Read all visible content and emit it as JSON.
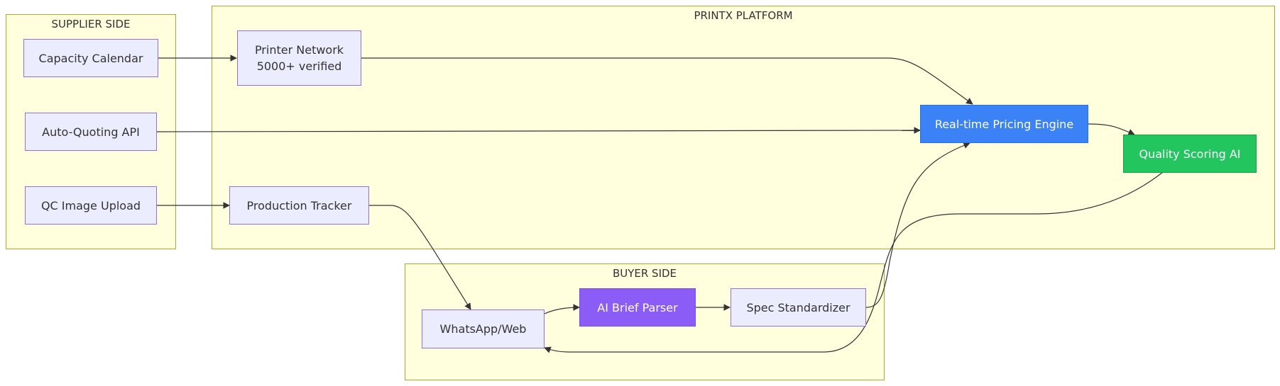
{
  "clusters": {
    "supplier": {
      "title": "SUPPLIER SIDE"
    },
    "platform": {
      "title": "PRINTX PLATFORM"
    },
    "buyer": {
      "title": "BUYER SIDE"
    }
  },
  "nodes": {
    "capacity_calendar": {
      "label": "Capacity Calendar"
    },
    "auto_quoting_api": {
      "label": "Auto-Quoting API"
    },
    "qc_image_upload": {
      "label": "QC Image Upload"
    },
    "printer_network": {
      "line1": "Printer Network",
      "line2": "5000+ verified"
    },
    "production_tracker": {
      "label": "Production Tracker"
    },
    "pricing_engine": {
      "label": "Real-time Pricing Engine"
    },
    "quality_scoring": {
      "label": "Quality Scoring AI"
    },
    "whatsapp_web": {
      "label": "WhatsApp/Web"
    },
    "ai_brief_parser": {
      "label": "AI Brief Parser"
    },
    "spec_standardizer": {
      "label": "Spec Standardizer"
    }
  },
  "colors": {
    "cluster_fill": "#ffffde",
    "cluster_border": "#aaaa33",
    "node_fill": "#ececff",
    "node_border": "#9370db",
    "pricing_engine": "#3b82f6",
    "ai_brief_parser": "#8b5cf6",
    "quality_scoring": "#22c55e",
    "edge": "#333333"
  },
  "edges": [
    {
      "from": "capacity_calendar",
      "to": "printer_network"
    },
    {
      "from": "printer_network",
      "to": "pricing_engine"
    },
    {
      "from": "auto_quoting_api",
      "to": "pricing_engine"
    },
    {
      "from": "qc_image_upload",
      "to": "production_tracker"
    },
    {
      "from": "production_tracker",
      "to": "whatsapp_web"
    },
    {
      "from": "pricing_engine",
      "to": "quality_scoring"
    },
    {
      "from": "whatsapp_web",
      "to": "ai_brief_parser"
    },
    {
      "from": "ai_brief_parser",
      "to": "spec_standardizer"
    },
    {
      "from": "spec_standardizer",
      "to": "pricing_engine"
    },
    {
      "from": "quality_scoring",
      "to": "whatsapp_web"
    }
  ]
}
